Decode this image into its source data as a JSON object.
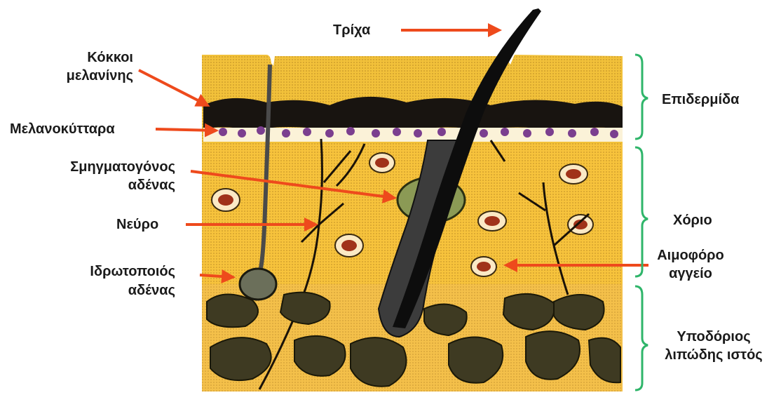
{
  "labels": {
    "hair": "Τρίχα",
    "melanin_granules_1": "Κόκκοι",
    "melanin_granules_2": "μελανίνης",
    "melanocytes": "Μελανοκύτταρα",
    "sebaceous_gland_1": "Σμηγματογόνος",
    "sebaceous_gland_2": "αδένας",
    "nerve": "Νεύρο",
    "sweat_gland_1": "Ιδρωτοποιός",
    "sweat_gland_2": "αδένας",
    "epidermis": "Επιδερμίδα",
    "dermis": "Χόριο",
    "blood_vessel_1": "Αιμοφόρο",
    "blood_vessel_2": "αγγείο",
    "subcutaneous_1": "Υποδόριος",
    "subcutaneous_2": "λιπώδης ιστός"
  },
  "colors": {
    "arrow": "#ee4a1c",
    "bracket": "#2fb56a",
    "epidermis": "#f2c13a",
    "dermis": "#f7c33c",
    "subcutaneous": "#f4c04a",
    "melanin_band": "#181410",
    "melanocyte": "#7b3f8f",
    "hair": "#0d0d0d",
    "vessel_fill": "#a0321a",
    "fat_lobule": "#3e3a22"
  }
}
